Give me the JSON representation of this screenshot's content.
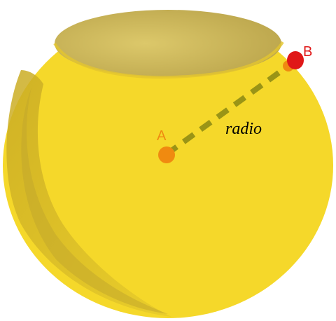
{
  "labels": {
    "center": "A",
    "surface": "B",
    "radius": "radio"
  },
  "colors": {
    "sphere": "#f5d82a",
    "sphere_shadow": "#d9bb2a",
    "sphere_dark": "#b89f2c",
    "opening": "#c9b24a",
    "opening_light": "#dcc86a",
    "point_center": "#f08a10",
    "point_surface": "#e01818",
    "label_center": "#f08a10",
    "label_surface": "#e01818",
    "radius_line": "#9a9416",
    "text": "#000000"
  }
}
